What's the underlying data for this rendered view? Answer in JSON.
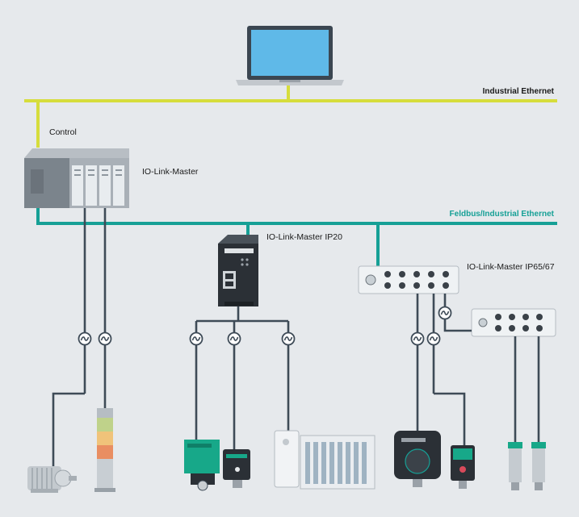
{
  "networks": {
    "ethernet_label": "Industrial Ethernet",
    "fieldbus_label": "Feldbus/Industrial Ethernet",
    "ethernet_color": "#d6dd3c",
    "fieldbus_color": "#16a096",
    "io_link_color": "#3e4b57"
  },
  "labels": {
    "control": "Control",
    "io_link_master": "IO-Link-Master",
    "io_link_master_ip20": "IO-Link-Master IP20",
    "io_link_master_ip6567": "IO-Link-Master IP65/67"
  },
  "devices": {
    "pc": "laptop-icon",
    "plc": "plc-rack-icon",
    "gateway_ip20": "din-rail-module-icon",
    "block_ip67": "field-module-icon",
    "motor": "motor-icon",
    "signal_tower": "signal-tower-icon",
    "sensor_green": "inductive-sensor-icon",
    "sensor_black": "photoelectric-sensor-icon",
    "valve_island": "valve-terminal-icon",
    "encoder": "encoder-icon",
    "photo_sensor": "optical-sensor-icon",
    "cyl_sensors": "cylindrical-sensor-icon"
  }
}
